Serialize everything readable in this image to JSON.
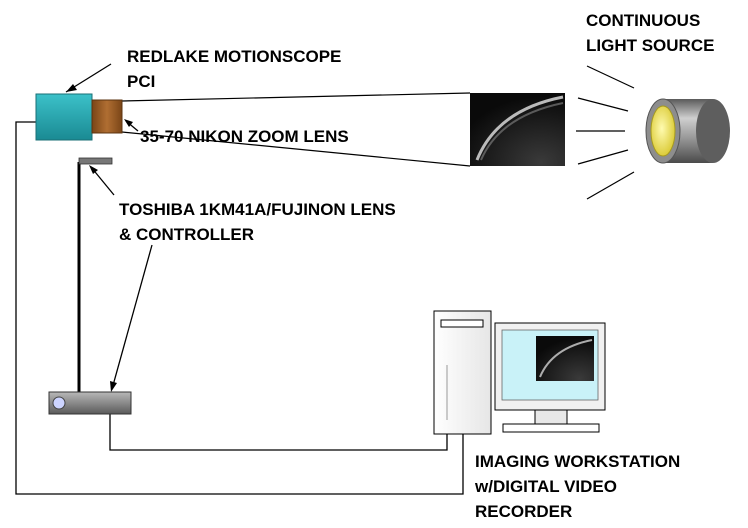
{
  "labels": {
    "light_source": [
      "CONTINUOUS",
      "LIGHT SOURCE"
    ],
    "redlake": [
      "REDLAKE MOTIONSCOPE",
      "PCI"
    ],
    "zoom_lens": "35-70 NIKON ZOOM LENS",
    "toshiba": [
      "TOSHIBA 1KM41A/FUJINON LENS",
      "& CONTROLLER"
    ],
    "workstation": [
      "IMAGING WORKSTATION",
      "w/DIGITAL VIDEO",
      "RECORDER"
    ]
  },
  "colors": {
    "camera_body": "#27a7b0",
    "zoom_lens": "#9a5a22",
    "lamp_lens": "#f2e55a",
    "monitor_screen": "#c9f2f8",
    "controller": "#8d8d8d"
  }
}
